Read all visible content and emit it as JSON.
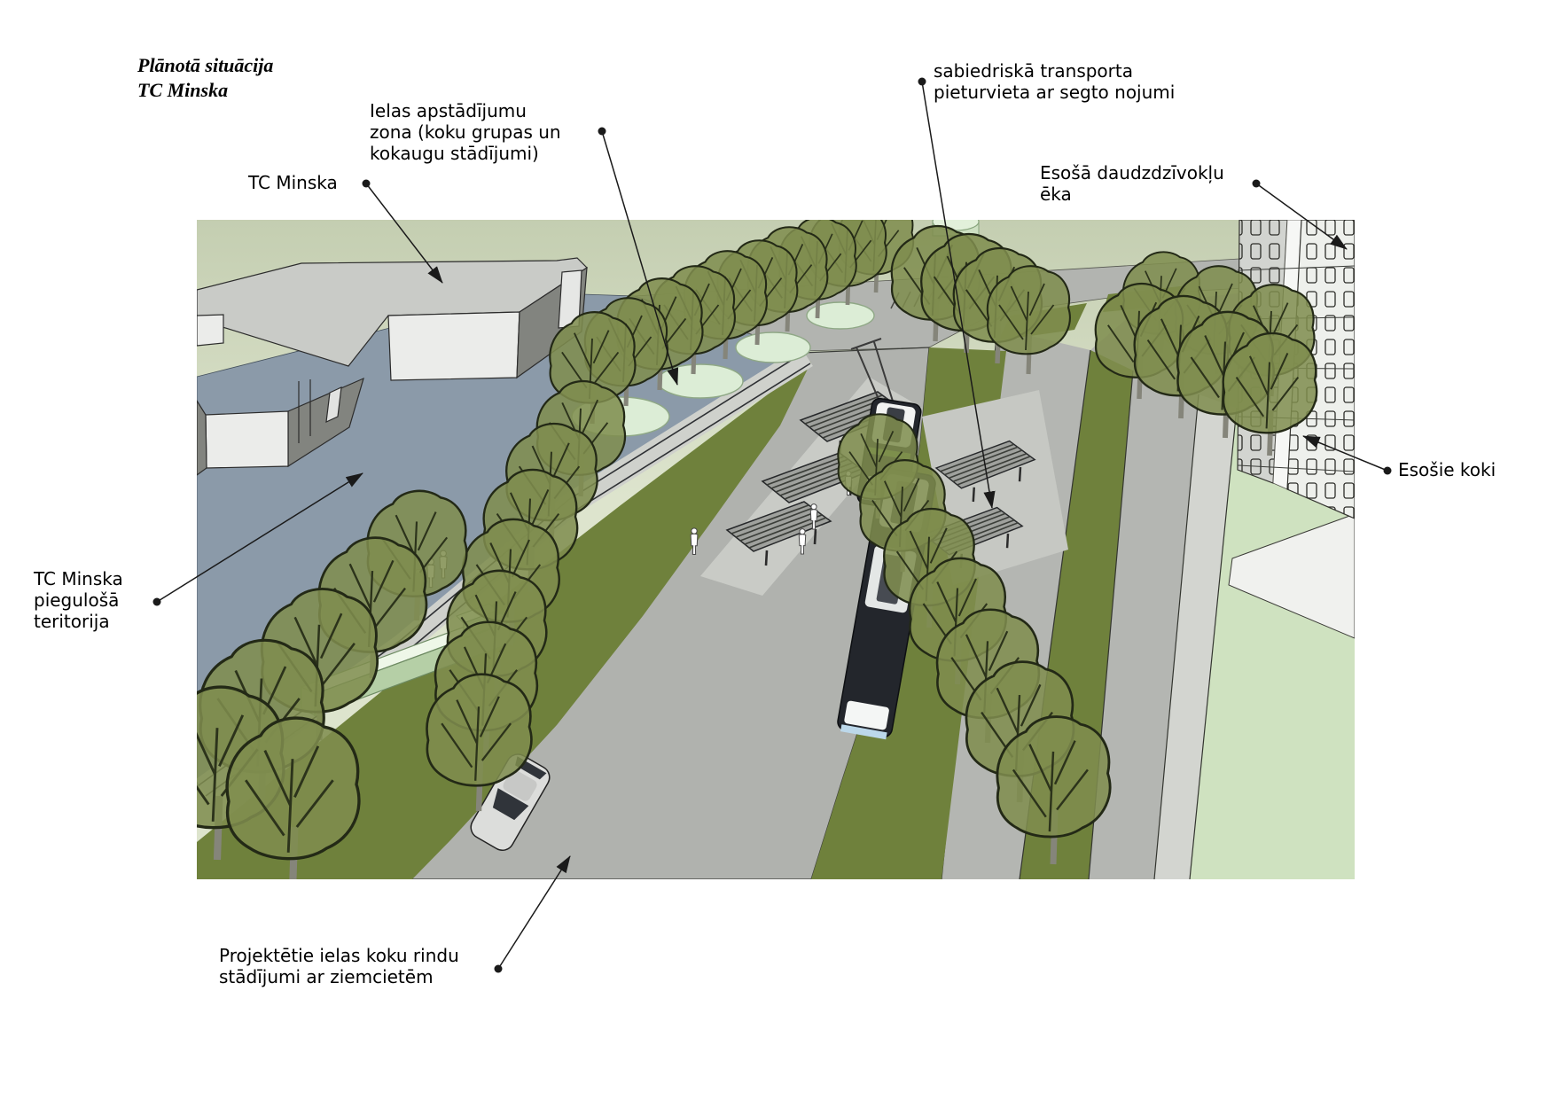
{
  "title": {
    "lines": [
      "Plānotā situācija",
      "TC Minska"
    ]
  },
  "labels": {
    "ielas": {
      "lines": [
        "Ielas apstādījumu",
        "zona (koku grupas un",
        "kokaugu stādījumi)"
      ]
    },
    "tc_minska": {
      "lines": [
        "TC Minska"
      ]
    },
    "transports": {
      "lines": [
        "sabiedriskā transporta",
        "pieturvieta ar segto nojumi"
      ]
    },
    "eka": {
      "lines": [
        "Esošā daudzdzīvokļu",
        "ēka"
      ]
    },
    "esosie_koki": {
      "lines": [
        "Esošie koki"
      ]
    },
    "piegulosa": {
      "lines": [
        "TC Minska",
        "piegulošā",
        "teritorija"
      ]
    },
    "projektetie": {
      "lines": [
        "Projektētie ielas koku rindu",
        "stādījumi ar ziemcietēm"
      ]
    }
  },
  "palette": {
    "backdrop_green_top": "#c4ceb1",
    "backdrop_green_bottom": "#dde4cd",
    "plaza_blue": "#8b9aa9",
    "road_gray": "#b0b2ae",
    "sidewalk_gray": "#cfd1cc",
    "grass_olive": "#6f813c",
    "tree_green": "#7f8d4e",
    "planter_green": "#dcedd6",
    "building_roof": "#c9cbc7",
    "building_face": "#ebecea",
    "building_dark": "#82847f",
    "apartment_light": "#eef0ec",
    "apartment_gray": "#d2d4d0",
    "shelter_gray": "#9fa19d",
    "bus_dark": "#23262c",
    "car_silver": "#dcdddb",
    "annotation_black": "#1a1a1a"
  }
}
